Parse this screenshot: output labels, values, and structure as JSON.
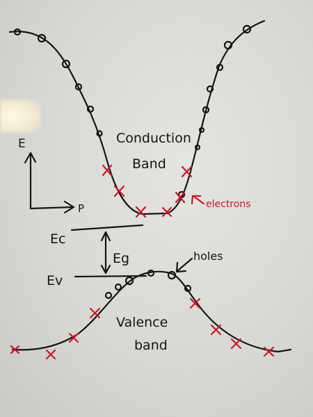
{
  "labels": {
    "conduction_line1": "Conduction",
    "conduction_line2": "Band",
    "valence_line1": "Valence",
    "valence_line2": "band",
    "energy_axis": "E",
    "momentum_axis": "P",
    "ec": "Ec",
    "ev": "Ev",
    "eg": "Eg",
    "electrons": "electrons",
    "holes": "holes"
  },
  "colors": {
    "ink": "#141414",
    "red_ink": "#c8182a",
    "paper": "#dcdcd8"
  }
}
